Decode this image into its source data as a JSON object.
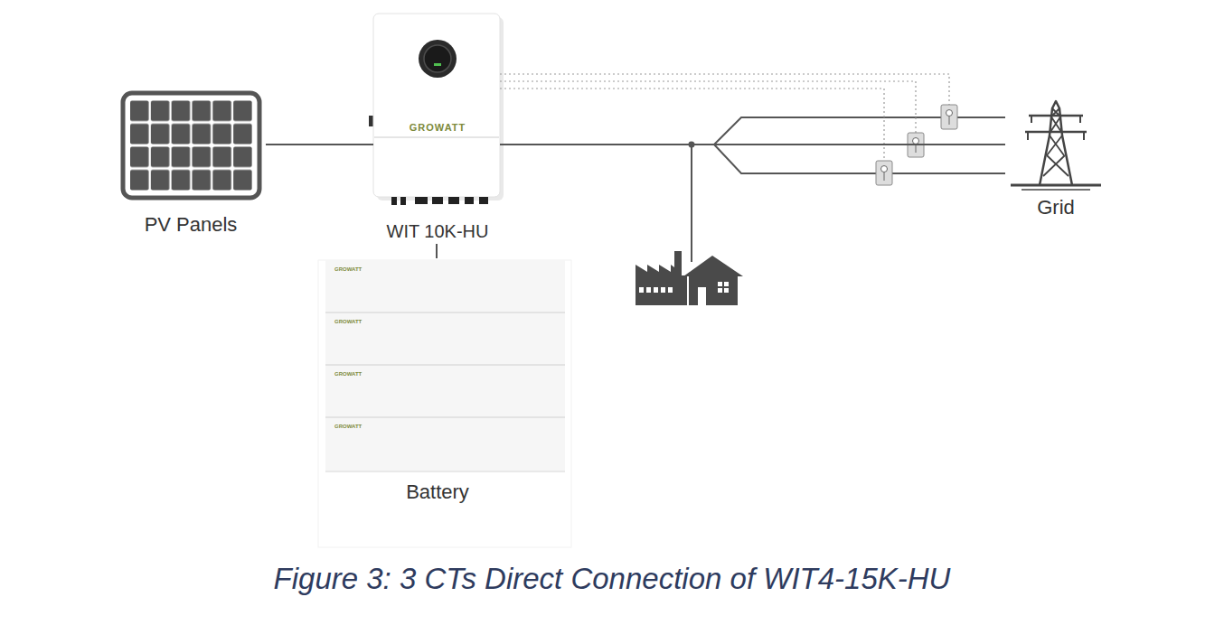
{
  "diagram": {
    "caption": "Figure 3: 3 CTs Direct Connection of WIT4-15K-HU",
    "nodes": [
      {
        "text": [
          "PV Panels"
        ]
      },
      {
        "text": [
          "GROWATT",
          "WIT 10K-HU"
        ]
      },
      {
        "text": [
          "GROWATT",
          "GROWATT",
          "GROWATT",
          "GROWATT",
          "Battery"
        ]
      },
      {
        "text": [
          "Grid"
        ]
      }
    ],
    "edges": [
      {
        "from": 0,
        "to": 1,
        "arrow": "none"
      },
      {
        "from": 1,
        "to": 2,
        "arrow": "none"
      },
      {
        "from": 1,
        "to": 3,
        "arrow": "none"
      }
    ]
  }
}
